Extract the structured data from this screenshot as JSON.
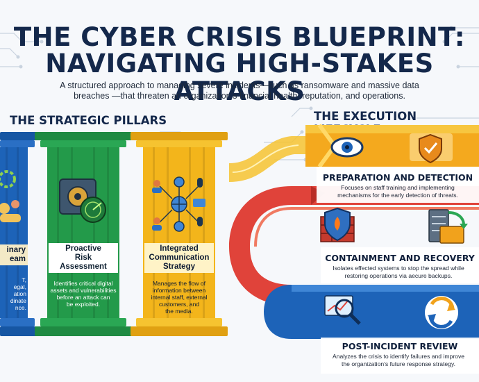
{
  "title": {
    "line1": "THE CYBER CRISIS BLUEPRINT:",
    "line2": "NAVIGATING HIGH-STAKES ATTACKS"
  },
  "subtitle": "A structured approach to managing severe incidents—such as ransomware and massive data breaches —that threaten an organization’s financial health, reputation, and operations.",
  "sections": {
    "pillars": "THE STRATEGIC PILLARS",
    "lifecycle": "THE EXECUTION LIFECYCLE"
  },
  "pillars": [
    {
      "title_lines": [
        "inary",
        "eam"
      ],
      "desc_lines": [
        "T,",
        "egal,",
        "ation",
        "dinate",
        "nce."
      ],
      "color": "#1d63b8",
      "icon": "team-gear-icon"
    },
    {
      "title_lines": [
        "Proactive",
        "Risk",
        "Assessment"
      ],
      "desc_lines": [
        "Identifies critical digital",
        "assets and vulnerabilities",
        "before an attack can",
        "be exploited."
      ],
      "color": "#239a4a",
      "icon": "vault-radar-icon"
    },
    {
      "title_lines": [
        "Integrated",
        "Communication",
        "Strategy"
      ],
      "desc_lines": [
        "Manages the flow of",
        "information between",
        "internal staff, external",
        "customers, and",
        "the media."
      ],
      "color": "#f3b51b",
      "icon": "network-people-icon"
    }
  ],
  "stages": [
    {
      "title": "PREPARATION AND DETECTION",
      "desc_lines": [
        "Focuses on staff training and implementing",
        "mechanisms for the early detection of threats."
      ],
      "color": "#f1a21c",
      "icons": [
        "eye-icon",
        "shield-check-icon"
      ]
    },
    {
      "title": "CONTAINMENT AND RECOVERY",
      "desc_lines": [
        "Isolates effected systems to stop the spread while",
        "restoring operations via aecure backups."
      ],
      "color": "#df3a32",
      "icons": [
        "firewall-shield-icon",
        "server-backup-icon"
      ]
    },
    {
      "title": "POST-INCIDENT REVIEW",
      "desc_lines": [
        "Analyzes the crisis to identify failures and improve",
        "the organization’s future response strategy."
      ],
      "color": "#1d63b8",
      "icons": [
        "magnifier-chart-icon",
        "cycle-arrows-icon"
      ]
    }
  ]
}
